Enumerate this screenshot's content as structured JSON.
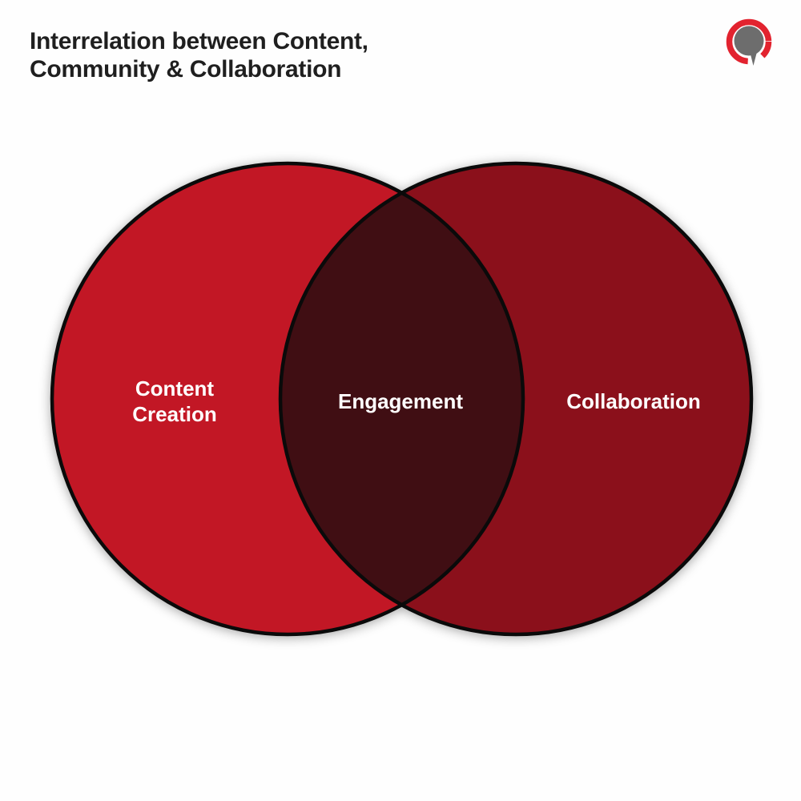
{
  "page": {
    "title": "Interrelation between Content,\nCommunity & Collaboration"
  },
  "theme": {
    "bg_color": "#fefefe",
    "title_color": "#1f1f1f",
    "label_text_color": "#ffffff"
  },
  "logo": {
    "name": "speech-bubble-logo",
    "ring_color": "#e2232f",
    "bubble_color": "#6d6d6d"
  },
  "venn": {
    "outline_color": "#0a0a0a",
    "left": {
      "label": "Content\nCreation",
      "color": "#c21725"
    },
    "right": {
      "label": "Collaboration",
      "color": "#8b101b"
    },
    "overlap": {
      "label": "Engagement",
      "color": "#400e13"
    }
  }
}
